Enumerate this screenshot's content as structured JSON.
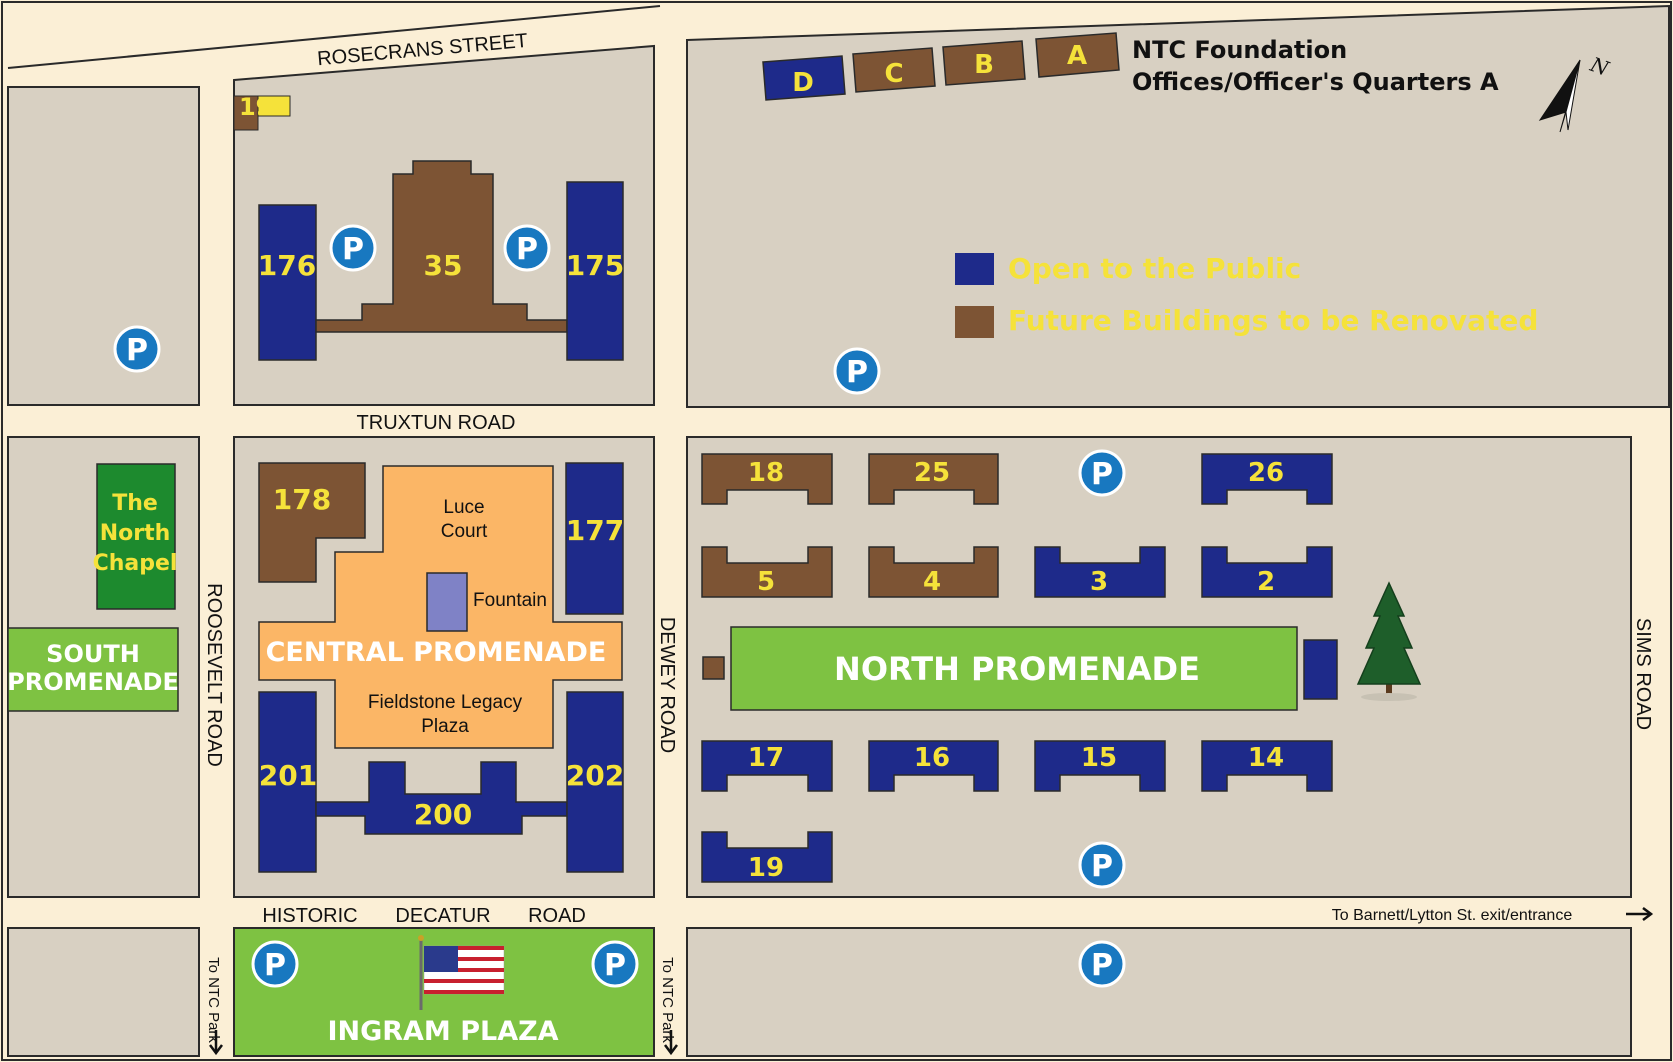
{
  "colors": {
    "road": "#fbefd6",
    "block": "#d8d0c2",
    "border": "#2a2a2a",
    "public": "#1e2a8a",
    "future": "#7d5434",
    "green": "#7ec242",
    "dark_green": "#1d8a2e",
    "orange": "#fbb666",
    "fountain": "#7f82c6",
    "label_yellow": "#f5e23a",
    "parking": "#1878c0"
  },
  "streets": {
    "rosecrans": "ROSECRANS STREET",
    "truxtun": "TRUXTUN ROAD",
    "roosevelt": "ROOSEVELT ROAD",
    "dewey": "DEWEY ROAD",
    "sims": "SIMS ROAD",
    "historic": "HISTORIC",
    "decatur": "DECATUR",
    "road": "ROAD",
    "to_ntc_park_1": "To NTC Park",
    "to_ntc_park_2": "To NTC Park",
    "to_barnett": "To Barnett/Lytton St. exit/entrance"
  },
  "legend": {
    "foundation_line1": "NTC Foundation",
    "foundation_line2": "Offices/Officer's Quarters A",
    "open_public": "Open to the Public",
    "future_renovation": "Future Buildings to be Renovated"
  },
  "places": {
    "north_chapel_1": "The",
    "north_chapel_2": "North",
    "north_chapel_3": "Chapel",
    "south_promenade_1": "SOUTH",
    "south_promenade_2": "PROMENADE",
    "central_promenade": "CENTRAL PROMENADE",
    "luce_court_1": "Luce",
    "luce_court_2": "Court",
    "fountain": "Fountain",
    "fieldstone_1": "Fieldstone Legacy",
    "fieldstone_2": "Plaza",
    "north_promenade": "NORTH PROMENADE",
    "ingram_plaza": "INGRAM  PLAZA"
  },
  "parking_label": "P",
  "buildings": {
    "b198": "198",
    "b176": "176",
    "b35": "35",
    "b175": "175",
    "bD": "D",
    "bC": "C",
    "bB": "B",
    "bA": "A",
    "b178": "178",
    "b177": "177",
    "b201": "201",
    "b200": "200",
    "b202": "202",
    "b18": "18",
    "b25": "25",
    "b26": "26",
    "b5": "5",
    "b4": "4",
    "b3": "3",
    "b2": "2",
    "b17": "17",
    "b16": "16",
    "b15": "15",
    "b14": "14",
    "b19": "19"
  },
  "compass": "N"
}
